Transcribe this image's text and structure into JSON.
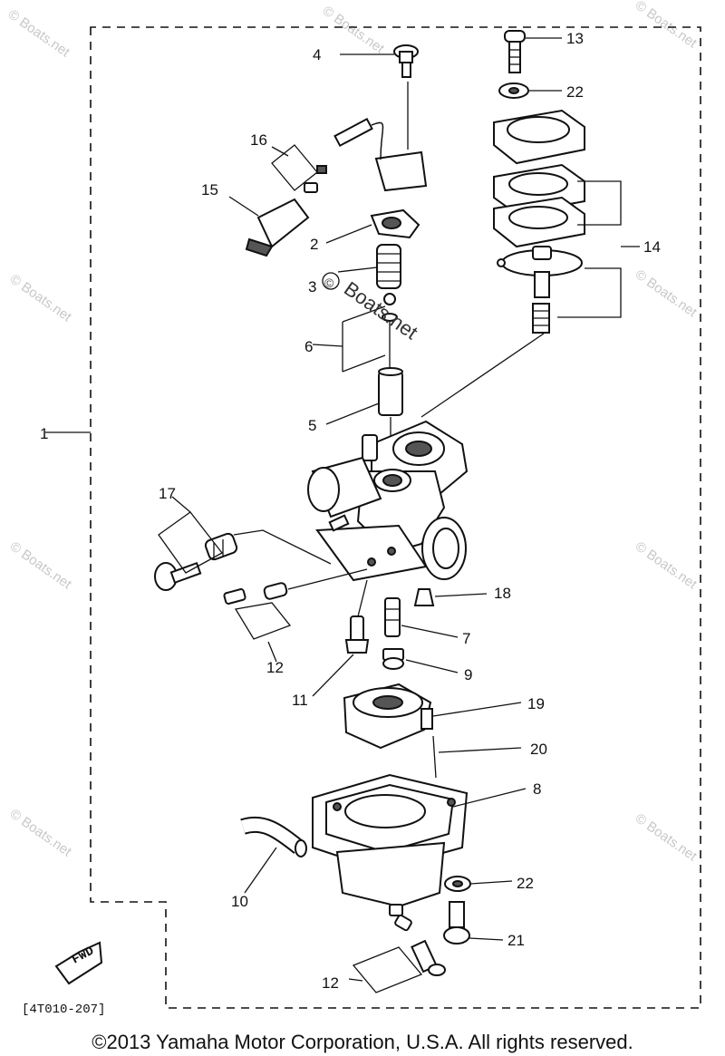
{
  "diagram": {
    "labels": {
      "p1": "1",
      "p2": "2",
      "p3": "3",
      "p4": "4",
      "p5": "5",
      "p6": "6",
      "p7": "7",
      "p8": "8",
      "p9": "9",
      "p10": "10",
      "p11": "11",
      "p12a": "12",
      "p12b": "12",
      "p13": "13",
      "p14": "14",
      "p15": "15",
      "p16": "16",
      "p17": "17",
      "p18": "18",
      "p19": "19",
      "p20": "20",
      "p21": "21",
      "p22a": "22",
      "p22b": "22"
    },
    "fwd_label": "FWD",
    "diagram_code": "[4T010-207]",
    "watermark": "© Boats.net",
    "center_watermark_symbol": "©",
    "center_watermark_text": "Boats.net",
    "copyright": "©2013 Yamaha Motor Corporation, U.S.A. All rights reserved."
  }
}
